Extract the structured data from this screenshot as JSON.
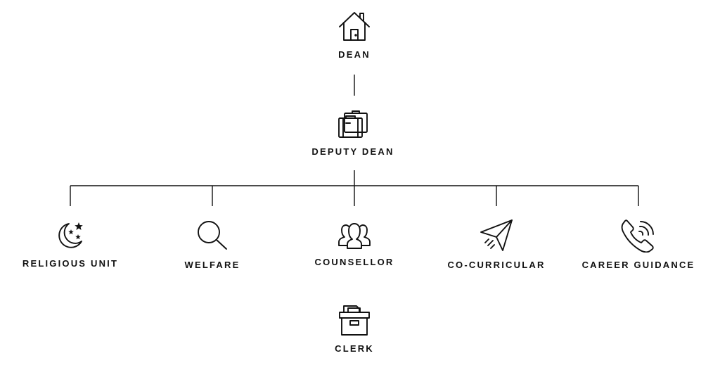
{
  "nodes": {
    "dean": {
      "label": "DEAN",
      "icon": "house-icon"
    },
    "deputy_dean": {
      "label": "DEPUTY DEAN",
      "icon": "briefcases-icon"
    },
    "units": [
      {
        "label": "RELIGIOUS UNIT",
        "icon": "moon-stars-icon"
      },
      {
        "label": "WELFARE",
        "icon": "magnifier-icon"
      },
      {
        "label": "COUNSELLOR",
        "icon": "people-group-icon"
      },
      {
        "label": "CO-CURRICULAR",
        "icon": "paper-plane-icon"
      },
      {
        "label": "CAREER GUIDANCE",
        "icon": "phone-icon"
      }
    ],
    "clerk": {
      "label": "CLERK",
      "icon": "archive-box-icon"
    }
  },
  "colors": {
    "line": "#111111",
    "text": "#111111",
    "background": "#ffffff"
  }
}
